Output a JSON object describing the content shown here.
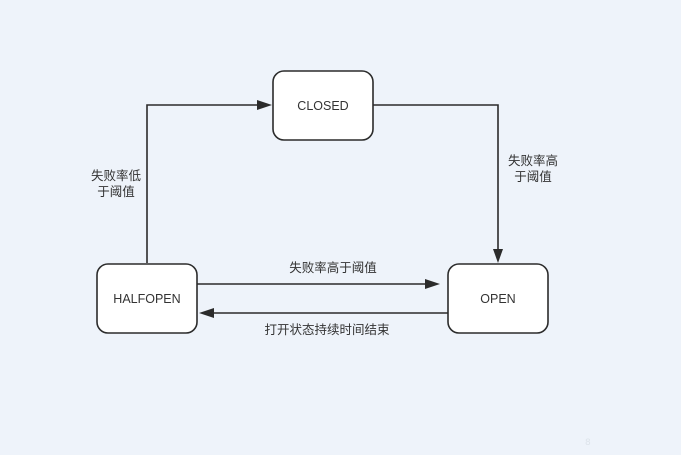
{
  "nodes": {
    "closed": {
      "label": "CLOSED"
    },
    "open": {
      "label": "OPEN"
    },
    "halfopen": {
      "label": "HALFOPEN"
    }
  },
  "edges": {
    "closed_to_open": {
      "label_line1": "失败率高",
      "label_line2": "于阈值"
    },
    "halfopen_to_closed": {
      "label_line1": "失败率低",
      "label_line2": "于阈值"
    },
    "halfopen_to_open": {
      "label": "失败率高于阈值"
    },
    "open_to_halfopen": {
      "label": "打开状态持续时间结束"
    }
  }
}
